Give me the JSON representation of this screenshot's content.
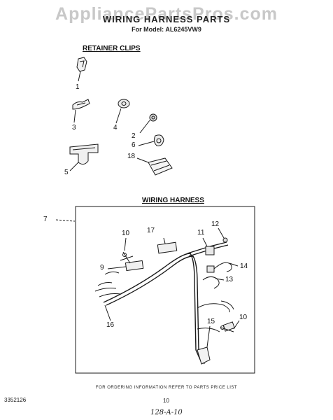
{
  "watermark": "AppliancePartsPros.com",
  "title": "WIRING HARNESS PARTS",
  "subtitle": "For Model: AL6245VW9",
  "sections": {
    "retainer_clips": "RETAINER CLIPS",
    "wiring_harness": "WIRING HARNESS"
  },
  "callouts": {
    "c1": "1",
    "c2": "2",
    "c3": "3",
    "c4": "4",
    "c5": "5",
    "c6": "6",
    "c7": "7",
    "c9": "9",
    "c10a": "10",
    "c10b": "10",
    "c11": "11",
    "c12": "12",
    "c13": "13",
    "c14": "14",
    "c15": "15",
    "c16": "16",
    "c17": "17",
    "c18": "18"
  },
  "footer": {
    "ordering_note": "FOR ORDERING INFORMATION REFER TO PARTS PRICE LIST",
    "doc_number": "3352126",
    "page_number": "10",
    "handwritten": "128-A-10"
  }
}
